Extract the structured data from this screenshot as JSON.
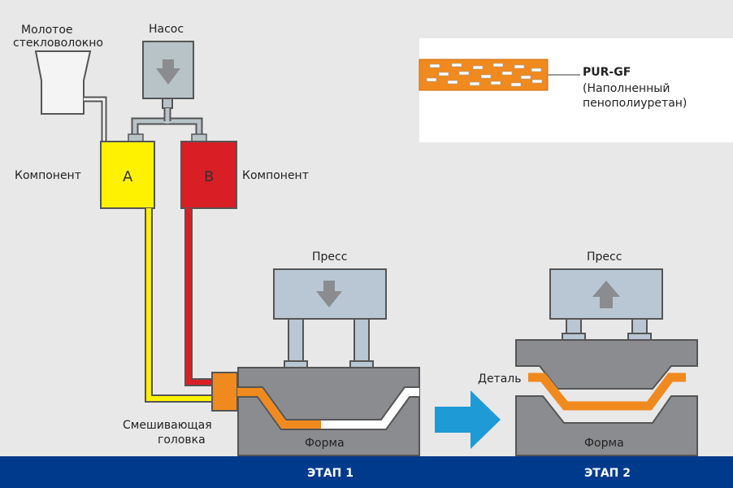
{
  "labels": {
    "glass_fiber": [
      "Молотое",
      "стекловолокно"
    ],
    "pump": "Насос",
    "component_left": "Компонент",
    "component_right": "Компонент",
    "tank_a": "A",
    "tank_b": "B",
    "mixing_head": [
      "Смешивающая",
      "головка"
    ],
    "press_1": "Пресс",
    "press_2": "Пресс",
    "mold_1": "Форма",
    "mold_2": "Форма",
    "part": "Деталь",
    "stage_1": "ЭТАП 1",
    "stage_2": "ЭТАП 2"
  },
  "legend": {
    "title": "PUR-GF",
    "desc": [
      "(Наполненный",
      "пенополиуретан)"
    ]
  },
  "colors": {
    "background": "#e8e8e8",
    "steel": "#b8c7d3",
    "mold": "#8a8c8f",
    "component_a": "#fff200",
    "component_b": "#d91e25",
    "pur_gf": "#f08a1e",
    "arrow": "#1e9ad6",
    "bottom_bar": "#003a8c"
  }
}
